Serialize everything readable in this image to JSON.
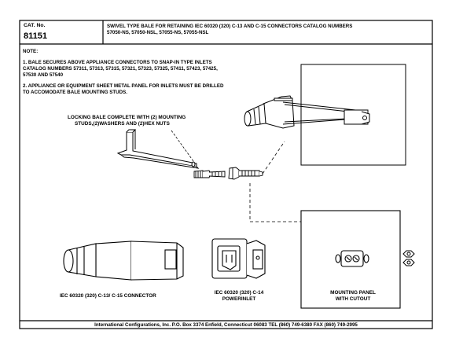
{
  "title_block": {
    "cat_label": "CAT. No.",
    "cat_number": "81151",
    "description_line1": "SWIVEL TYPE BALE FOR RETAINING IEC 60320 (320) C-13 AND C-15 CONNECTORS CATALOG NUMBERS",
    "description_line2": "57050-NS, 57050-NSL, 57055-NS, 57055-NSL"
  },
  "notes": {
    "heading": "NOTE:",
    "note1_line1": "1. BALE SECURES ABOVE APPLIANCE CONNECTORS TO SNAP-IN TYPE INLETS",
    "note1_line2": "CATALOG NUMBERS 57311, 57313, 57315, 57321, 57323, 57325, 57411, 57423, 57425,",
    "note1_line3": "57530 AND 57540",
    "note2_line1": "2. APPLIANCE OR EQUIPMENT SHEET METAL PANEL FOR INLETS MUST BE DRILLED",
    "note2_line2": "TO ACCOMODATE BALE MOUNTING STUDS."
  },
  "labels": {
    "bale_line1": "LOCKING BALE COMPLETE WITH (2) MOUNTING",
    "bale_line2": "STUDS,(2)WASHERS AND (2)HEX NUTS",
    "connector": "IEC 60320 (320) C-13/ C-15 CONNECTOR",
    "inlet_line1": "IEC 60320 (320) C-14",
    "inlet_line2": "POWERINLET",
    "panel_line1": "MOUNTING PANEL",
    "panel_line2": "WITH CUTOUT"
  },
  "footer": {
    "text": "International Configurations, Inc. P.O. Box 3374 Enfield, Connecticut 06083 TEL (860) 749-6380 FAX (860) 749-2995"
  }
}
